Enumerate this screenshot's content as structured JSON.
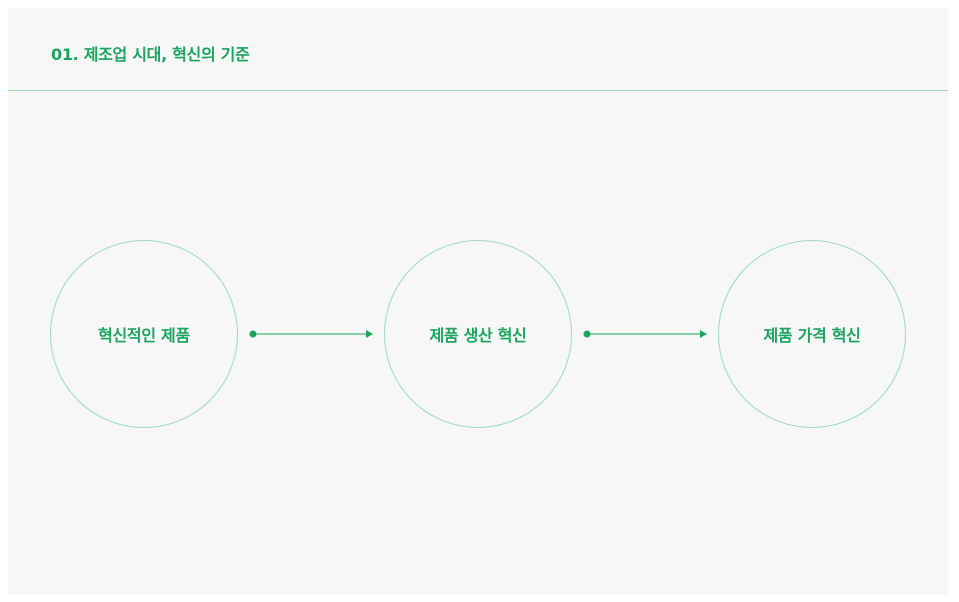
{
  "title": "01. 제조업 시대, 혁신의 기준",
  "flow": {
    "steps": [
      {
        "label": "혁신적인 제품"
      },
      {
        "label": "제품 생산 혁신"
      },
      {
        "label": "제품 가격 혁신"
      }
    ]
  },
  "colors": {
    "accent": "#1ba35f",
    "line": "#9ed9bd",
    "background": "#f7f7f7"
  }
}
